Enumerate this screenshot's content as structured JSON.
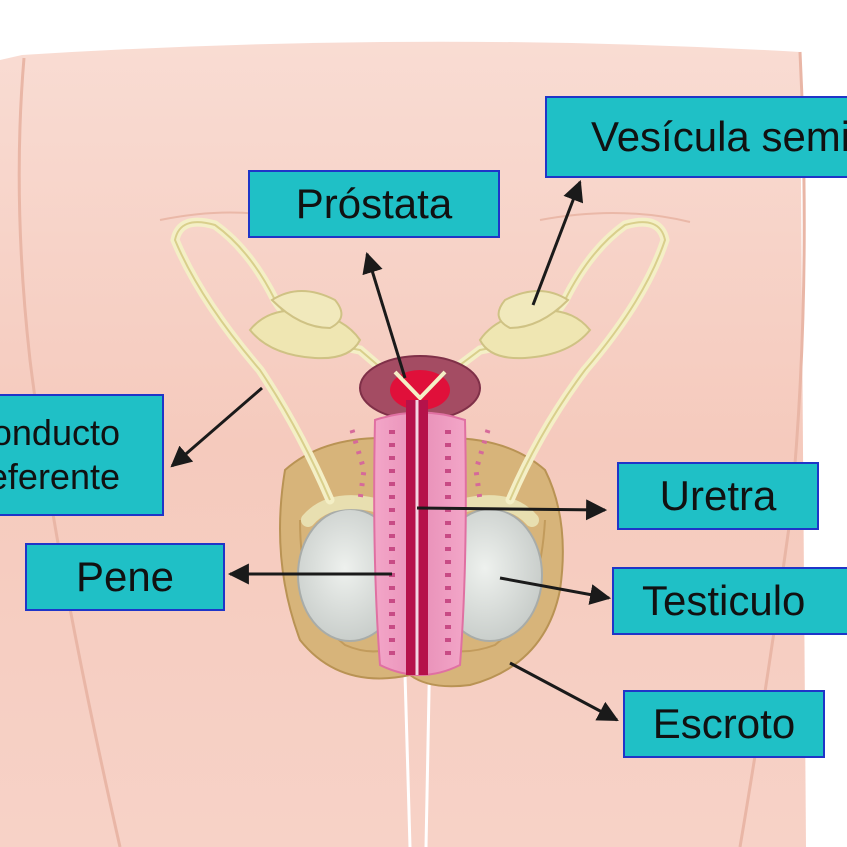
{
  "labels": {
    "prostata": "Próstata",
    "vesicula": "Vesícula seminal",
    "conducto_line1": "Conducto",
    "conducto_line2": "deferente",
    "uretra": "Uretra",
    "pene": "Pene",
    "testiculo": "Testiculo",
    "escroto": "Escroto"
  },
  "colors": {
    "label_fill": "#1fc0c6",
    "label_border": "#1f35c8",
    "skin": "#f6cfc4",
    "arrow": "#1a1a1a"
  }
}
